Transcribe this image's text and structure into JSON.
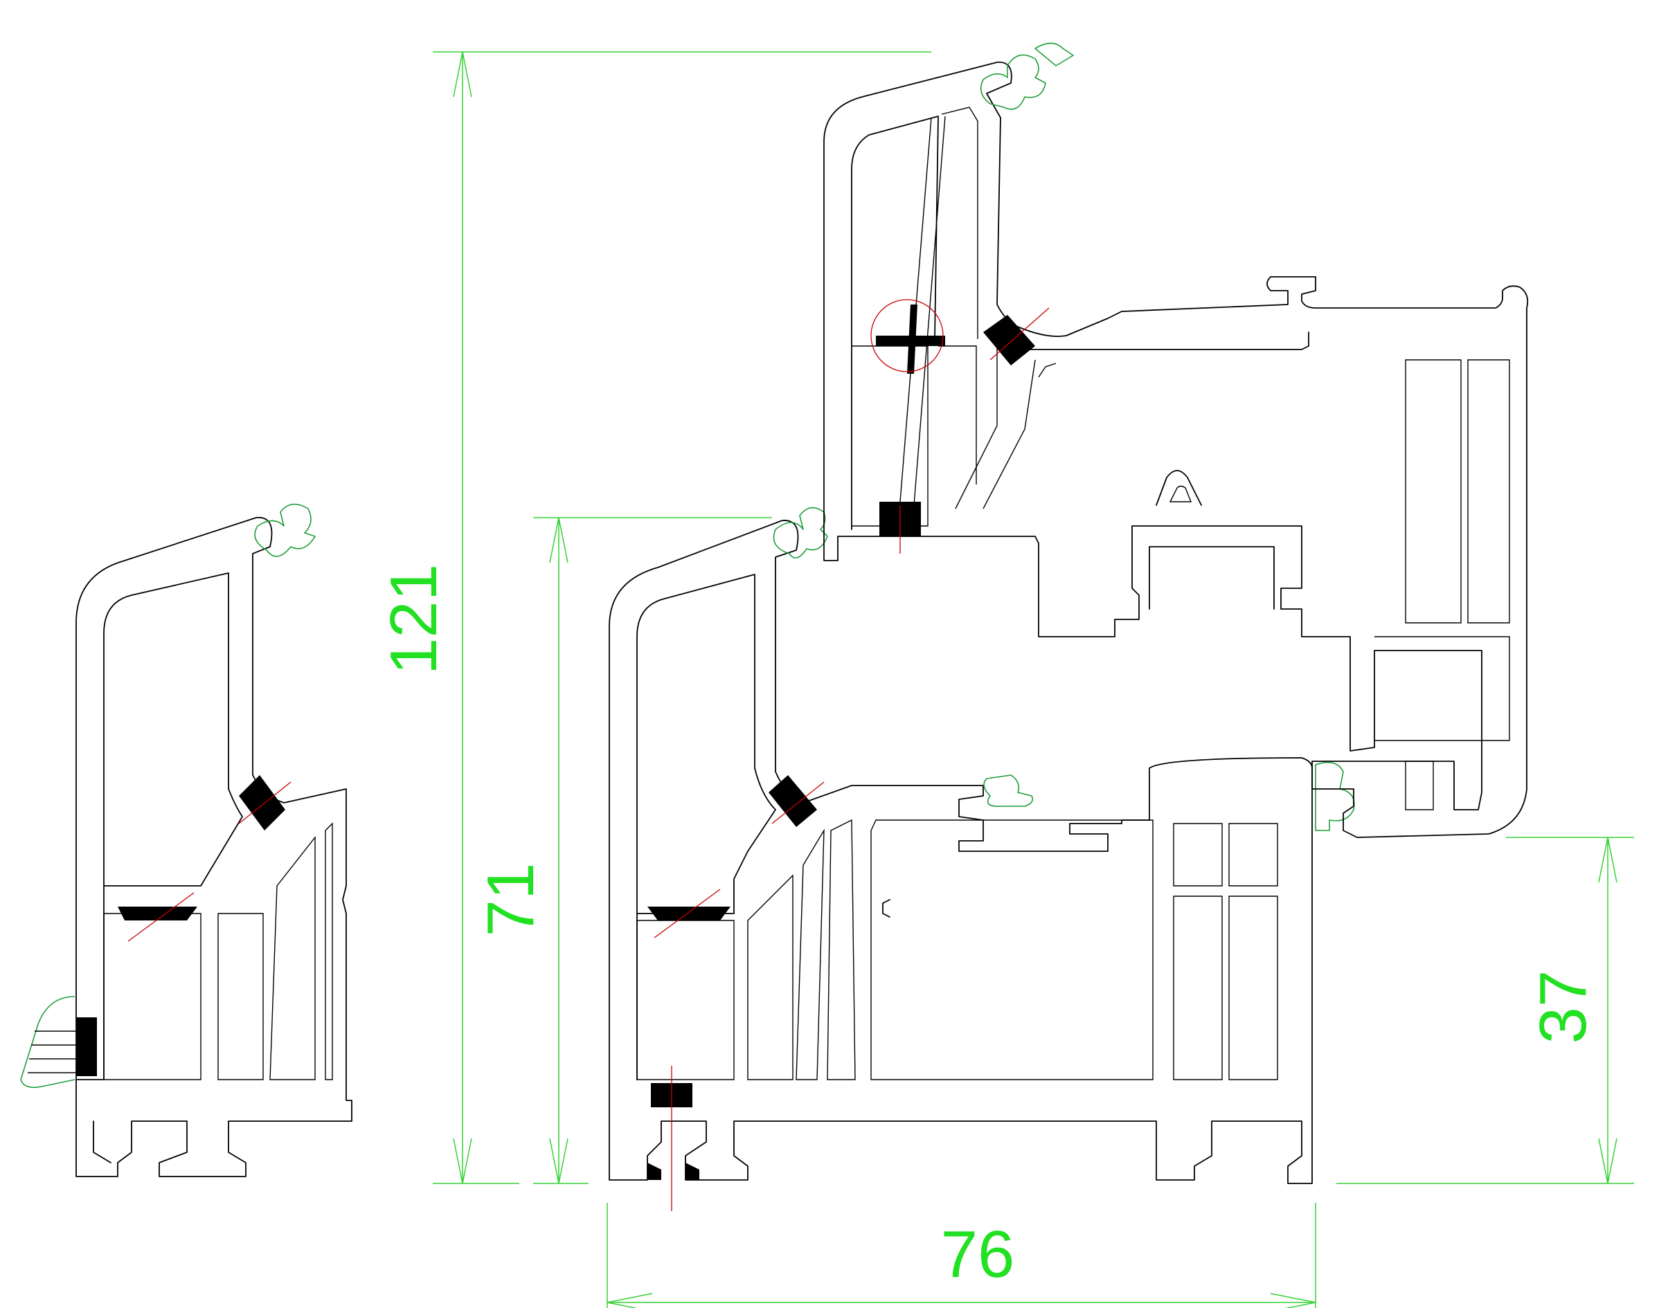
{
  "drawing": {
    "colors": {
      "background": "#ffffff",
      "profile_line": "#000000",
      "dimension_line": "#35d135",
      "dimension_text": "#22e022",
      "gasket": "#1f9e3a",
      "seal": "#000000",
      "axis_line": "#cc0000"
    },
    "dimensions": {
      "total_height": "121",
      "frame_height": "71",
      "sash_overlap_height": "37",
      "frame_depth": "76"
    }
  }
}
